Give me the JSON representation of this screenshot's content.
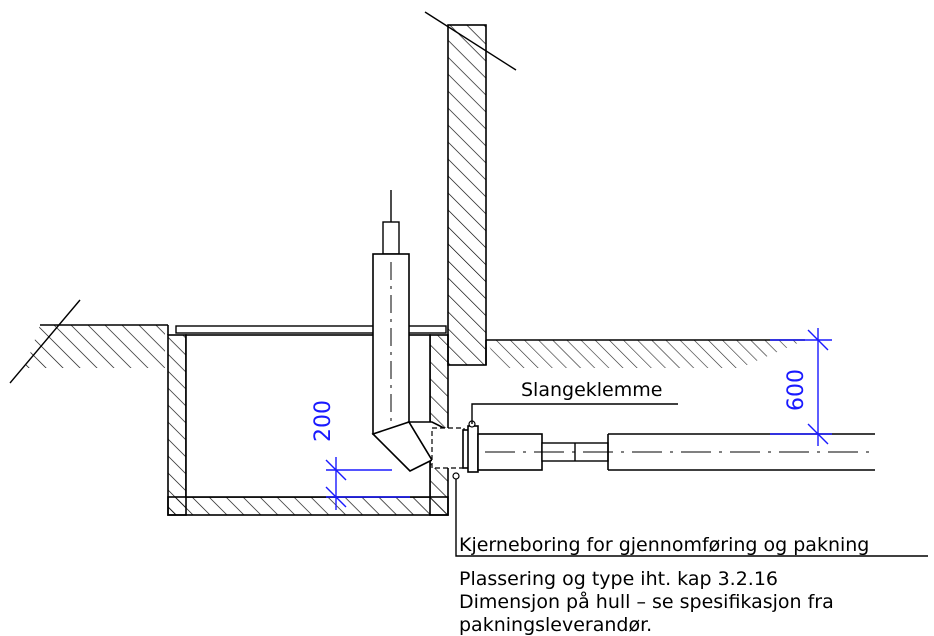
{
  "colors": {
    "line": "#000000",
    "dimension": "#1a1aff",
    "background": "#ffffff"
  },
  "dimensions": {
    "depth_to_pipe": "600",
    "height_above_floor": "200"
  },
  "labels": {
    "hose_clamp": "Slangeklemme",
    "core_drilling": "Kjerneboring for gjennomføring og pakning",
    "note_line_1": "Plassering og type iht. kap 3.2.16",
    "note_line_2": "Dimensjon på hull – se spesifikasjon fra",
    "note_line_3": "pakningsleverandør."
  }
}
